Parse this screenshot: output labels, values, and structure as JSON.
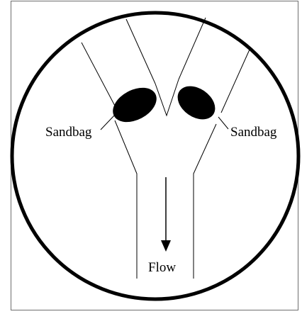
{
  "labels": {
    "left_sandbag": "Sandbag",
    "right_sandbag": "Sandbag",
    "flow": "Flow"
  },
  "colors": {
    "ink": "#000000",
    "background": "#ffffff",
    "frame": "#6e6e6e"
  }
}
